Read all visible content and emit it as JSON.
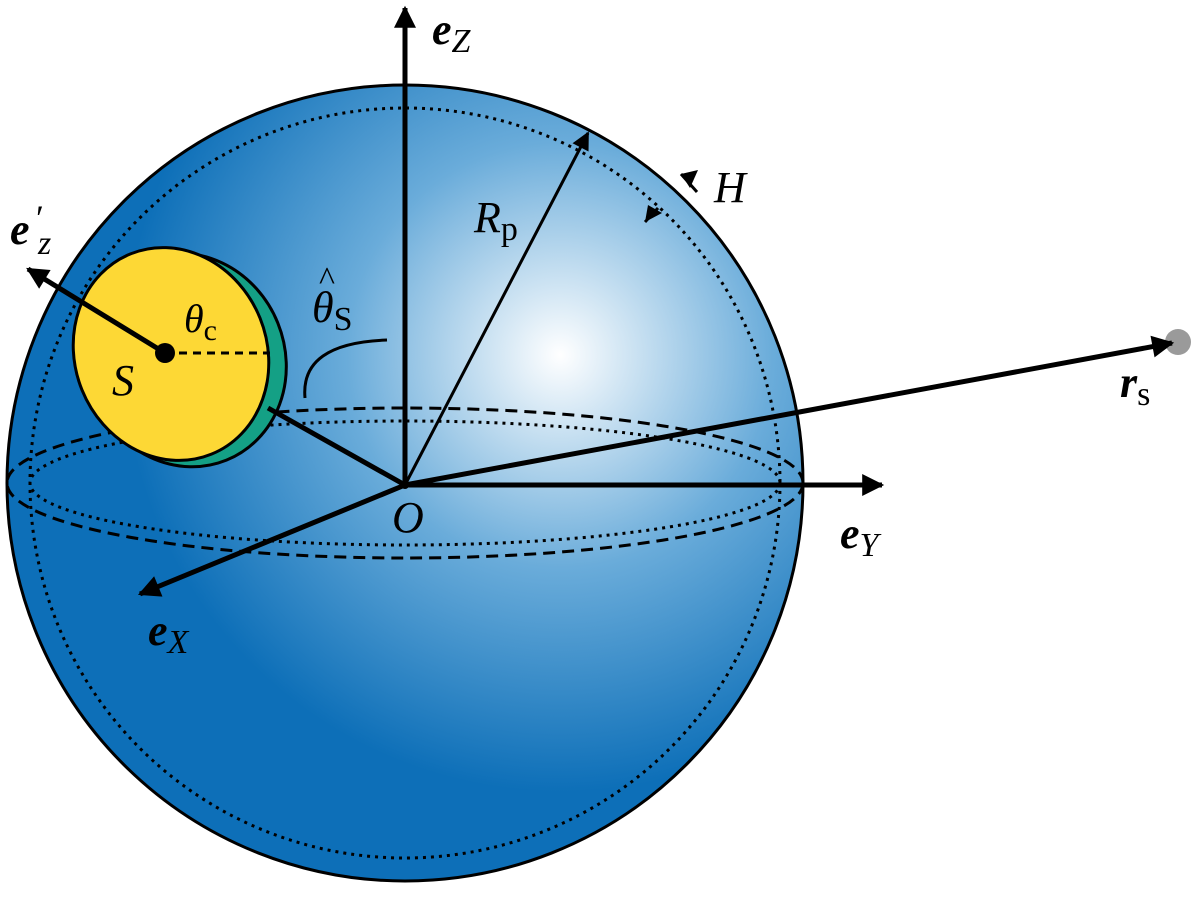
{
  "labels": {
    "e_Z": {
      "base": "e",
      "sub": "Z"
    },
    "e_Y": {
      "base": "e",
      "sub": "Y"
    },
    "e_X": {
      "base": "e",
      "sub": "X"
    },
    "e_z_prime": {
      "base": "e",
      "prime": "′",
      "sub": "z"
    },
    "R_p": {
      "base": "R",
      "sub": "p"
    },
    "H": {
      "text": "H"
    },
    "theta_c": {
      "base": "θ",
      "sub": "c"
    },
    "theta_S": {
      "base": "θ",
      "hat": "^",
      "sub": "S"
    },
    "S": {
      "text": "S"
    },
    "O": {
      "text": "O"
    },
    "r_s": {
      "base": "r",
      "sub": "s"
    }
  },
  "colors": {
    "sphere_highlight": "#ffffff",
    "sphere_mid": "#6aacda",
    "sphere_edge": "#0d6fb8",
    "cap_face": "#fdd835",
    "cap_rim": "#14a085",
    "source_point": "#9a9a9a"
  }
}
